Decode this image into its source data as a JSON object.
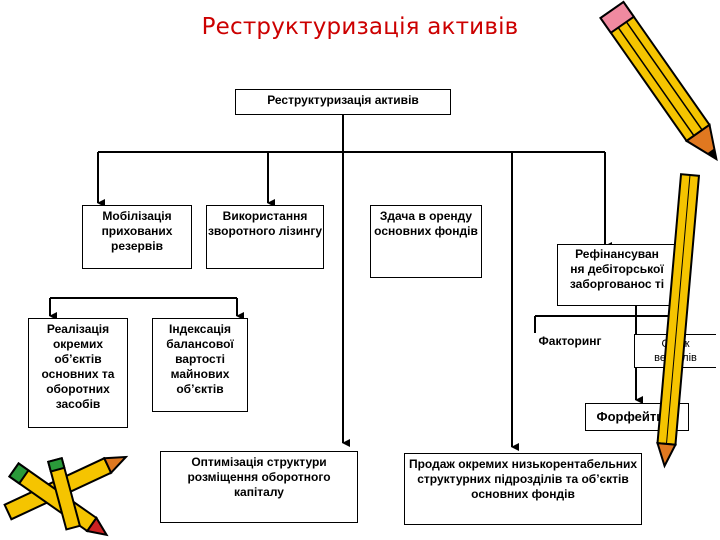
{
  "title": "Реструктуризація активів",
  "root": "Реструктуризація активів",
  "nodes": {
    "mobilization": "Мобілізація прихованих резервів",
    "leasing": "Використання зворотного лізингу",
    "rent": "Здача в оренду основних фондів",
    "refinancing": "Рефінансуван ня дебіторської заборгованос ті",
    "sale_objects": "Реалізація окремих об’єктів основних та оборотних засобів",
    "indexation": "Індексація балансової вартості майнових об’єктів",
    "factoring": "Факторинг",
    "bills": "Облік векселів",
    "forfaiting": "Форфейтинг",
    "optimization": "Оптимізація структури розміщення оборотного капіталу",
    "sale_units": "Продаж окремих низькорентабельних структурних підрозділів та об’єктів основних фондів"
  },
  "colors": {
    "title": "#cc0000",
    "pencil_body": "#f5c400",
    "pencil_tip": "#e07820"
  }
}
